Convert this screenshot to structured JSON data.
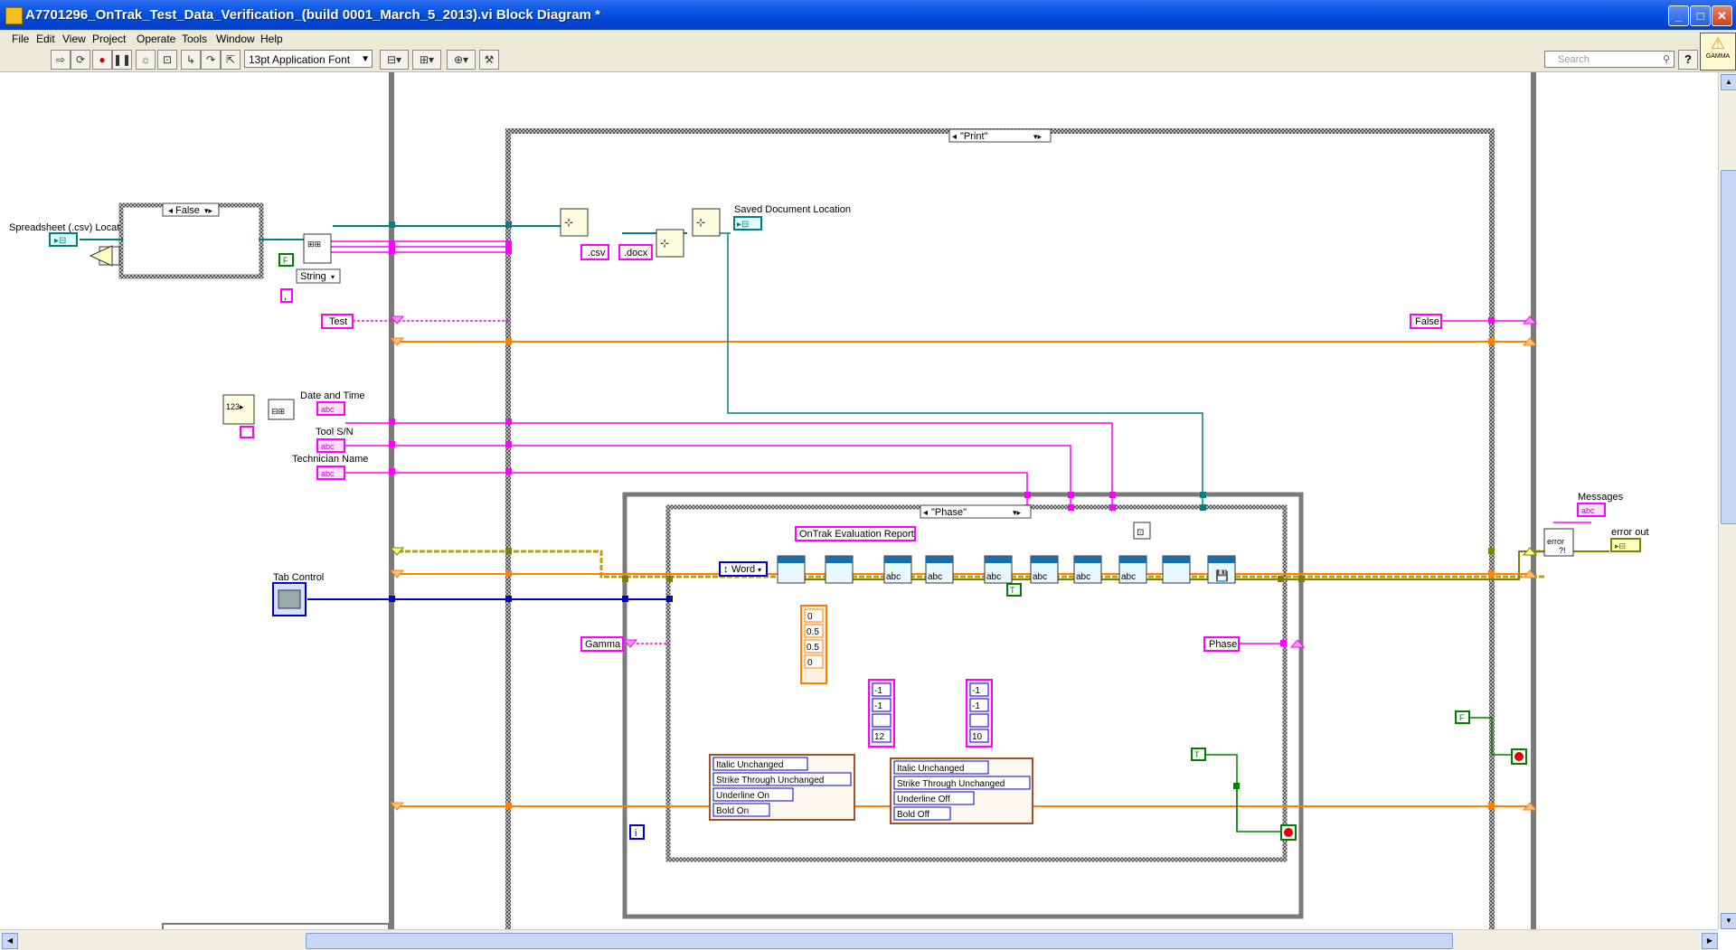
{
  "window": {
    "title": "A7701296_OnTrak_Test_Data_Verification_(build 0001_March_5_2013).vi Block Diagram *"
  },
  "menu": [
    "File",
    "Edit",
    "View",
    "Project",
    "Operate",
    "Tools",
    "Window",
    "Help"
  ],
  "toolbar": {
    "font_selector": "13pt Application Font",
    "search_placeholder": "Search",
    "help_label": "?",
    "badge_label": "GAMMA"
  },
  "diagram": {
    "labels": {
      "spreadsheet": "Spreadsheet (.csv) Locat",
      "saved_document": "Saved Document Location",
      "date_time": "Date and Time",
      "tool_sn": "Tool S/N",
      "technician": "Technician Name",
      "tab_control": "Tab Control",
      "messages": "Messages",
      "error_out": "error out",
      "report_title": "OnTrak Evaluation Report"
    },
    "case_selectors": {
      "outer_false": "False",
      "print": "\"Print\"",
      "phase": "\"Phase\""
    },
    "constants": {
      "csv": ".csv",
      "docx": ".docx",
      "test": "Test",
      "false_const": "False",
      "gamma": "Gamma",
      "phase": "Phase",
      "word": "Word",
      "string_type": "String",
      "comma": ",",
      "bool_f": "F",
      "bool_t": "T",
      "abc": "abc",
      "error": "error",
      "iteration": "i"
    },
    "margins_array": [
      "0",
      "0.5",
      "0.5",
      "0"
    ],
    "font_array_1": [
      "-1",
      "-1",
      "",
      "12"
    ],
    "font_array_2": [
      "-1",
      "-1",
      "",
      "10"
    ],
    "format_cluster_1": [
      "Italic Unchanged",
      "Strike Through Unchanged",
      "Underline On",
      "Bold On"
    ],
    "format_cluster_2": [
      "Italic Unchanged",
      "Strike Through Unchanged",
      "Underline Off",
      "Bold Off"
    ]
  },
  "colors": {
    "string_wire": "#ff00ff",
    "path_wire": "#008080",
    "error_wire": "#c0a000",
    "refnum_wire": "#ff8000",
    "int_wire": "#0000c8",
    "bool_wire": "#008000",
    "frame": "#7a7a7a"
  }
}
